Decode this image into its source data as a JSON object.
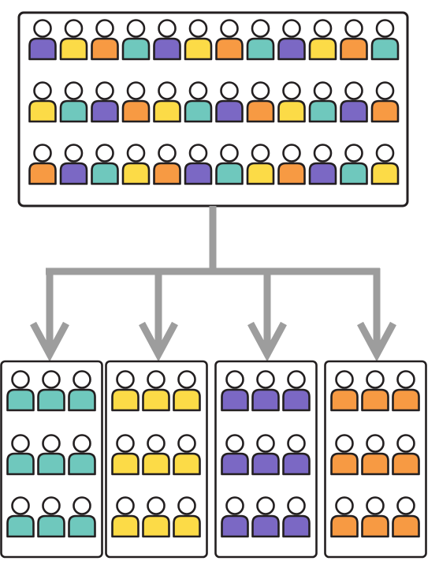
{
  "colors": {
    "purple": "#7b68c4",
    "yellow": "#fcdb47",
    "orange": "#f79a43",
    "teal": "#6fc8bd",
    "outline": "#231f20",
    "box_fill": "#ffffff",
    "connector": "#9d9d9d"
  },
  "population": {
    "rows": [
      [
        "purple",
        "yellow",
        "orange",
        "teal",
        "purple",
        "yellow",
        "orange",
        "teal",
        "purple",
        "yellow",
        "orange",
        "teal"
      ],
      [
        "yellow",
        "teal",
        "purple",
        "orange",
        "yellow",
        "teal",
        "purple",
        "orange",
        "yellow",
        "teal",
        "purple",
        "orange"
      ],
      [
        "orange",
        "purple",
        "teal",
        "yellow",
        "orange",
        "purple",
        "teal",
        "yellow",
        "orange",
        "purple",
        "teal",
        "yellow"
      ]
    ]
  },
  "groups": [
    {
      "color": "teal",
      "rows": 3,
      "cols": 3
    },
    {
      "color": "yellow",
      "rows": 3,
      "cols": 3
    },
    {
      "color": "purple",
      "rows": 3,
      "cols": 3
    },
    {
      "color": "orange",
      "rows": 3,
      "cols": 3
    }
  ]
}
